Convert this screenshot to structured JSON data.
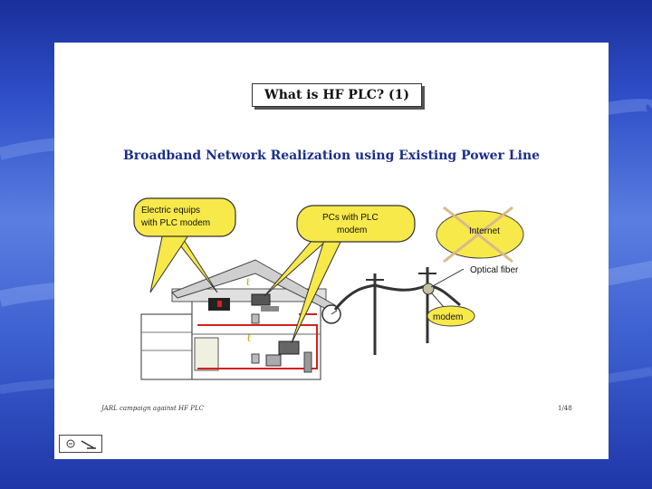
{
  "slide": {
    "title": "What is HF PLC? (1)",
    "subtitle": "Broadband Network Realization using Existing Power Line",
    "footer_left": "JARL campaign against HF PLC",
    "footer_right": "1/48"
  },
  "diagram": {
    "bubble_left_line1": "Electric equips",
    "bubble_left_line2": "with PLC modem",
    "bubble_right_line1": "PCs with PLC",
    "bubble_right_line2": "modem",
    "internet_label": "Internet",
    "optical_label": "Optical fiber",
    "modem_label": "modem"
  },
  "colors": {
    "background": "#2f4fc8",
    "bubble_fill": "#f7e94a",
    "power_line": "#d4211d",
    "cross": "#d9b98a"
  },
  "icons": {
    "nav": "navigation-icons"
  }
}
